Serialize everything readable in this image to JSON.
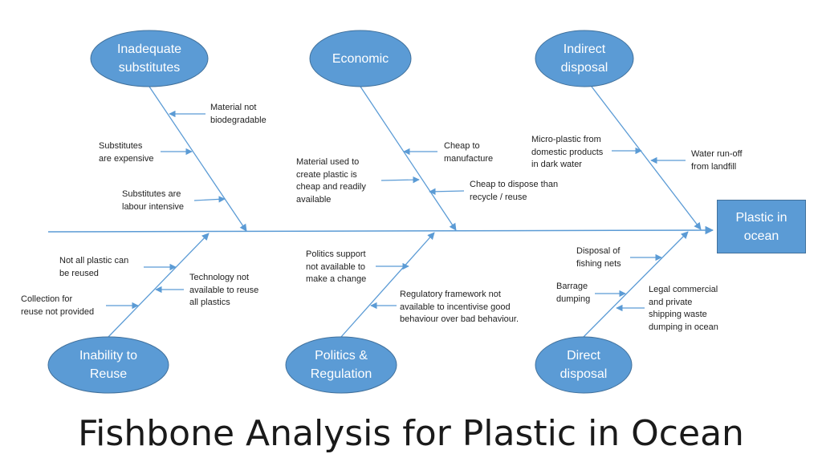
{
  "title": "Fishbone Analysis for Plastic in Ocean",
  "effect": "Plastic in\nocean",
  "colors": {
    "fill": "#5B9BD5",
    "stroke": "#41719C",
    "line": "#5B9BD5",
    "text": "#222222"
  },
  "categories": {
    "inadequate_substitutes": {
      "label": "Inadequate\nsubstitutes",
      "causes": [
        "Material not\nbiodegradable",
        "Substitutes\nare expensive",
        "Substitutes are\nlabour intensive"
      ]
    },
    "economic": {
      "label": "Economic",
      "causes": [
        "Cheap to\nmanufacture",
        "Material used to\ncreate plastic is\ncheap and readily\navailable",
        "Cheap to dispose than\nrecycle / reuse"
      ]
    },
    "indirect_disposal": {
      "label": "Indirect\ndisposal",
      "causes": [
        "Micro-plastic from\ndomestic products\nin dark water",
        "Water run-off\nfrom landfill"
      ]
    },
    "inability_to_reuse": {
      "label": "Inability to\nReuse",
      "causes": [
        "Not all plastic can\nbe reused",
        "Technology not\navailable to reuse\nall plastics",
        "Collection for\nreuse not provided"
      ]
    },
    "politics_regulation": {
      "label": "Politics &\nRegulation",
      "causes": [
        "Politics support\nnot available to\nmake a change",
        "Regulatory framework not\navailable to incentivise good\nbehaviour over bad behaviour."
      ]
    },
    "direct_disposal": {
      "label": "Direct\ndisposal",
      "causes": [
        "Disposal of\nfishing nets",
        "Barrage\ndumping",
        "Legal commercial\nand private\nshipping waste\ndumping in ocean"
      ]
    }
  }
}
